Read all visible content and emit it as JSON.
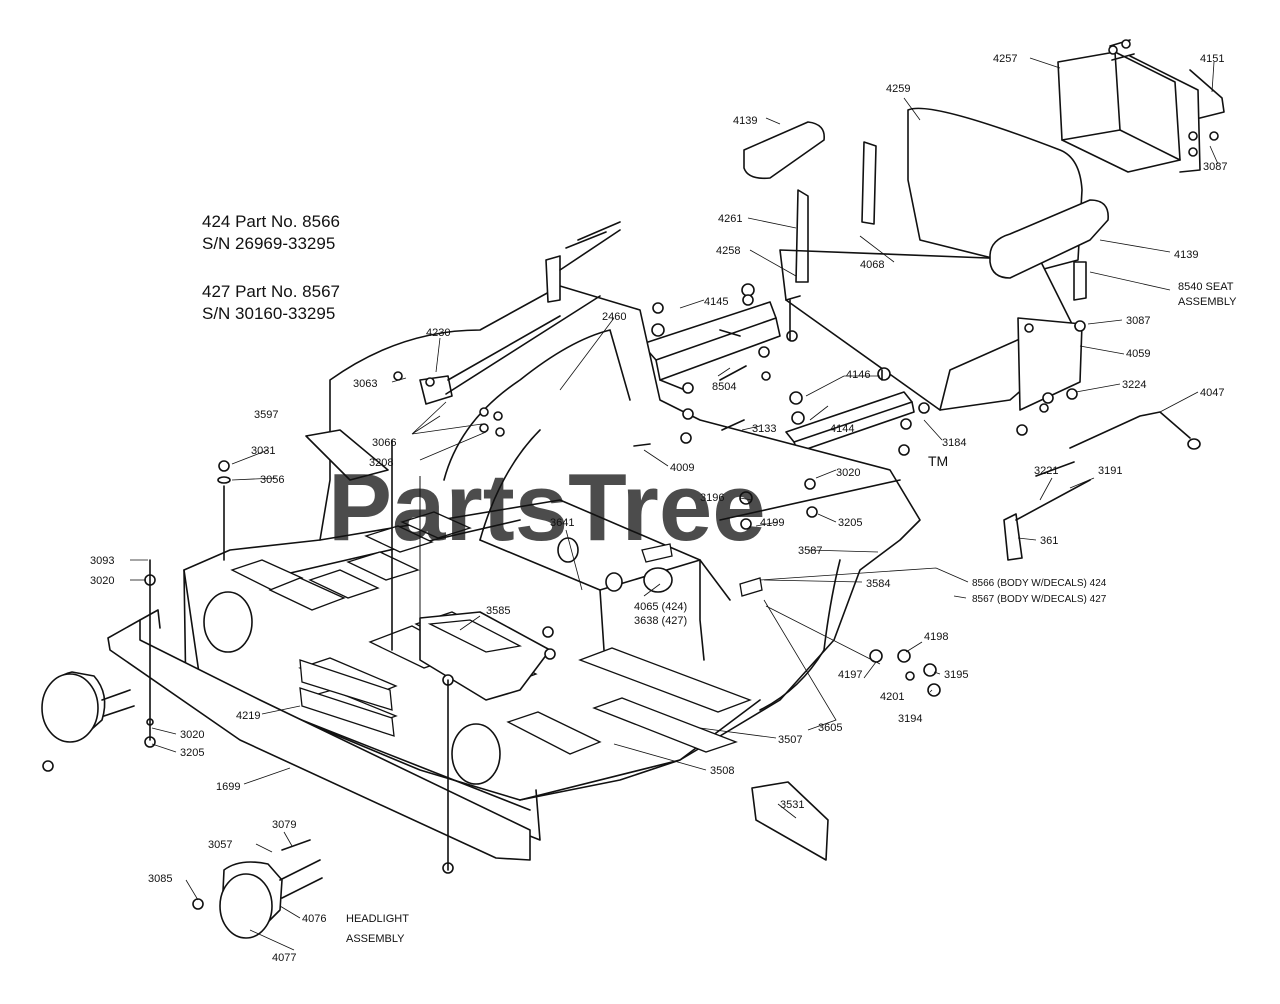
{
  "info": {
    "line1": "424 Part No. 8566",
    "line2": "S/N 26969-33295",
    "line3": "427 Part No. 8567",
    "line4": "S/N 30160-33295"
  },
  "watermark": {
    "text": "PartsTree",
    "tm": "TM"
  },
  "labels": {
    "l4257": "4257",
    "l4151": "4151",
    "l3087a": "3087",
    "l4259": "4259",
    "l4139a": "4139",
    "l4261": "4261",
    "l4258": "4258",
    "l4068": "4068",
    "l4139b": "4139",
    "l8540": "8540 SEAT",
    "lassy": "ASSEMBLY",
    "l3087b": "3087",
    "l4059": "4059",
    "l3224": "3224",
    "l4047": "4047",
    "l4145": "4145",
    "l2460": "2460",
    "l4230": "4230",
    "l3063": "3063",
    "l3597": "3597",
    "l3066": "3066",
    "l3208": "3208",
    "l3031": "3031",
    "l3056": "3056",
    "l8504": "8504",
    "l3133": "3133",
    "l4146": "4146",
    "l4144": "4144",
    "l3184": "3184",
    "l4009": "4009",
    "l3020a": "3020",
    "l3196": "3196",
    "l3221": "3221",
    "l3191": "3191",
    "l3205a": "3205",
    "l4199": "4199",
    "l3641": "3641",
    "l3587": "3587",
    "l361": "361",
    "l3093": "3093",
    "l3020b": "3020",
    "l8566b": "8566 (BODY  W/DECALS) 424",
    "l8567b": "8567 (BODY  W/DECALS) 427",
    "l3584": "3584",
    "l4065": "4065 (424)",
    "l3638": "3638 (427)",
    "l3585": "3585",
    "l4198": "4198",
    "l4197": "4197",
    "l3195": "3195",
    "l4201": "4201",
    "l3194": "3194",
    "l4219": "4219",
    "l3020c": "3020",
    "l3205b": "3205",
    "l3605": "3605",
    "l3507": "3507",
    "l1699": "1699",
    "l3508": "3508",
    "l3531": "3531",
    "l3079": "3079",
    "l3057": "3057",
    "l3085": "3085",
    "l4076": "4076",
    "lheadlight": "HEADLIGHT",
    "lassembly": "ASSEMBLY",
    "l4077": "4077"
  }
}
